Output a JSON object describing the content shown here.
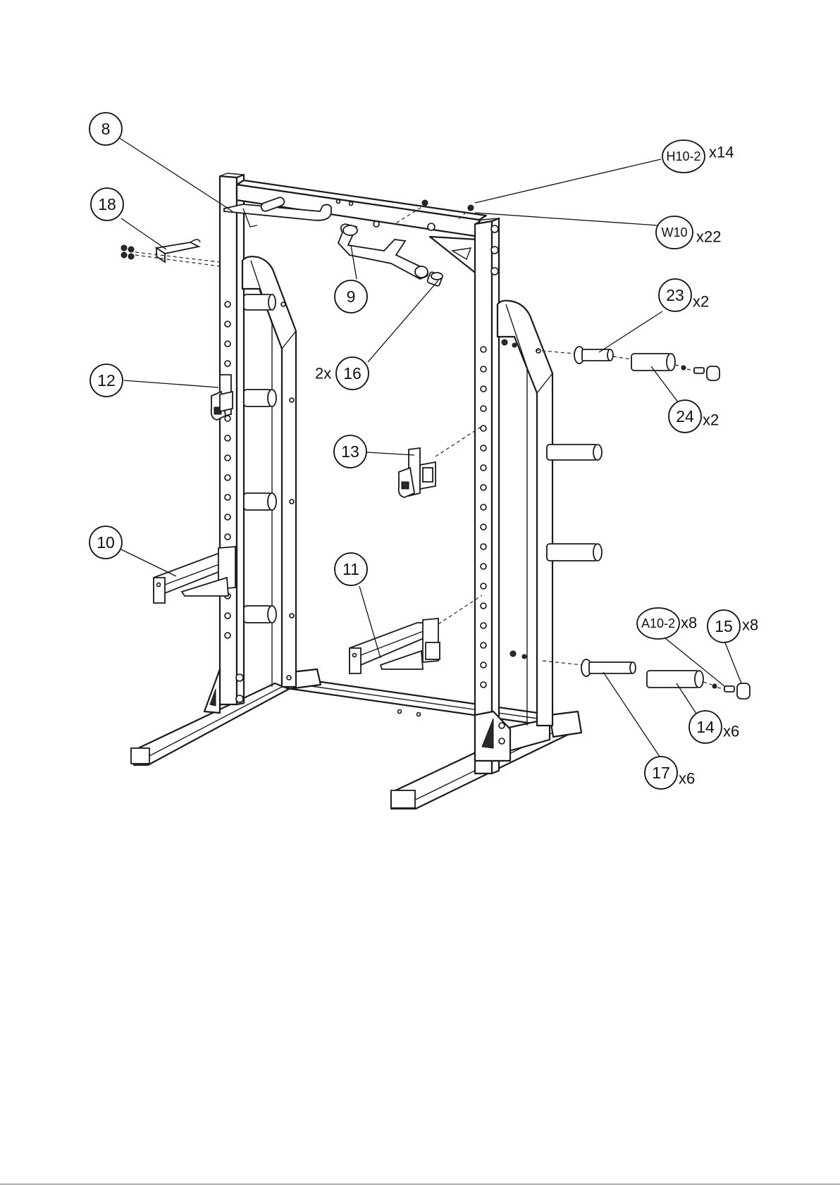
{
  "diagram": {
    "callouts": [
      {
        "id": "c8",
        "label": "8",
        "qty": ""
      },
      {
        "id": "c18",
        "label": "18",
        "qty": ""
      },
      {
        "id": "c9",
        "label": "9",
        "qty": ""
      },
      {
        "id": "c16",
        "label": "16",
        "qty": "2x"
      },
      {
        "id": "c12",
        "label": "12",
        "qty": ""
      },
      {
        "id": "c13",
        "label": "13",
        "qty": ""
      },
      {
        "id": "c10",
        "label": "10",
        "qty": ""
      },
      {
        "id": "c11",
        "label": "11",
        "qty": ""
      },
      {
        "id": "cH10",
        "label": "H10-2",
        "qty": "x14"
      },
      {
        "id": "cW10",
        "label": "W10",
        "qty": "x22"
      },
      {
        "id": "c23",
        "label": "23",
        "qty": "x2"
      },
      {
        "id": "c24",
        "label": "24",
        "qty": "x2"
      },
      {
        "id": "cA10",
        "label": "A10-2",
        "qty": "x8"
      },
      {
        "id": "c15",
        "label": "15",
        "qty": "x8"
      },
      {
        "id": "c14",
        "label": "14",
        "qty": "x6"
      },
      {
        "id": "c17",
        "label": "17",
        "qty": "x6"
      }
    ]
  }
}
